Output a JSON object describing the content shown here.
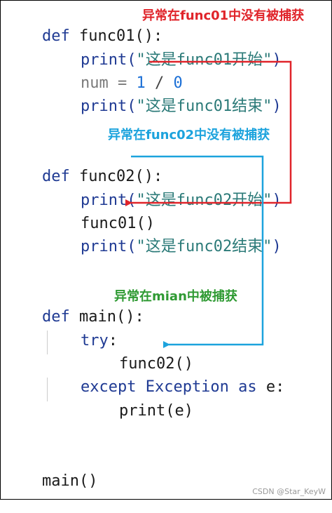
{
  "colors": {
    "red": "#e0242a",
    "blue": "#1ca3dd",
    "green": "#2f9a33",
    "keyword": "#1f3a93",
    "string": "#2b7a78",
    "number": "#1b6fd6"
  },
  "code": {
    "l1": {
      "kw": "def",
      "name": " func01():"
    },
    "l2": {
      "call": "print(",
      "str": "\"这是func01开始\"",
      "end": ")"
    },
    "l3": {
      "var": "num = ",
      "num1": "1",
      "op": " / ",
      "num2": "0"
    },
    "l4": {
      "call": "print(",
      "str": "\"这是func01结束\"",
      "end": ")"
    },
    "l5": {
      "kw": "def",
      "name": " func02():"
    },
    "l6": {
      "call": "print(",
      "str": "\"这是func02开始\"",
      "end": ")"
    },
    "l7": {
      "text": "func01()"
    },
    "l8": {
      "call": "print(",
      "str": "\"这是func02结束\"",
      "end": ")"
    },
    "l9": {
      "kw": "def",
      "name": " main():"
    },
    "l10": {
      "kw": "try",
      "end": ":"
    },
    "l11": {
      "text": "func02()"
    },
    "l12": {
      "kw1": "except",
      "exc": " Exception ",
      "kw2": "as",
      "end": " e:"
    },
    "l13": {
      "text": "print(e)"
    },
    "l14": {
      "text": "main()"
    }
  },
  "annotations": {
    "func01_note": "异常在func01中没有被捕获",
    "func02_note": "异常在func02中没有被捕获",
    "main_note": "异常在mian中被捕获"
  },
  "watermark": "CSDN @Star_KeyW"
}
